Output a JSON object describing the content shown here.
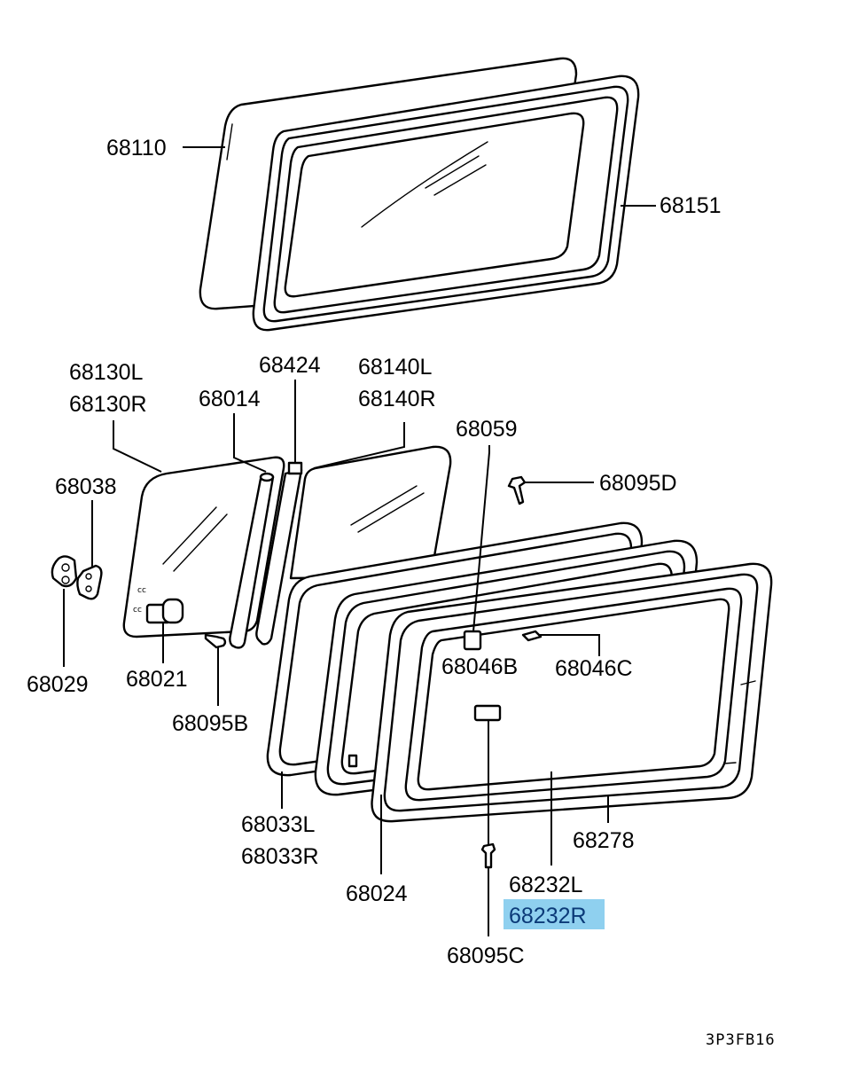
{
  "labels": {
    "p68110": "68110",
    "p68151": "68151",
    "p68130L": "68130L",
    "p68130R": "68130R",
    "p68014": "68014",
    "p68424": "68424",
    "p68140L": "68140L",
    "p68140R": "68140R",
    "p68059": "68059",
    "p68095D": "68095D",
    "p68038": "68038",
    "p68029": "68029",
    "p68021": "68021",
    "p68095B": "68095B",
    "p68046B": "68046B",
    "p68046C": "68046C",
    "p68033L": "68033L",
    "p68033R": "68033R",
    "p68024": "68024",
    "p68278": "68278",
    "p68232L": "68232L",
    "p68232R": "68232R",
    "p68095C": "68095C"
  },
  "diagram_code": "3P3FB16",
  "highlight_color": "#8fd0ef"
}
